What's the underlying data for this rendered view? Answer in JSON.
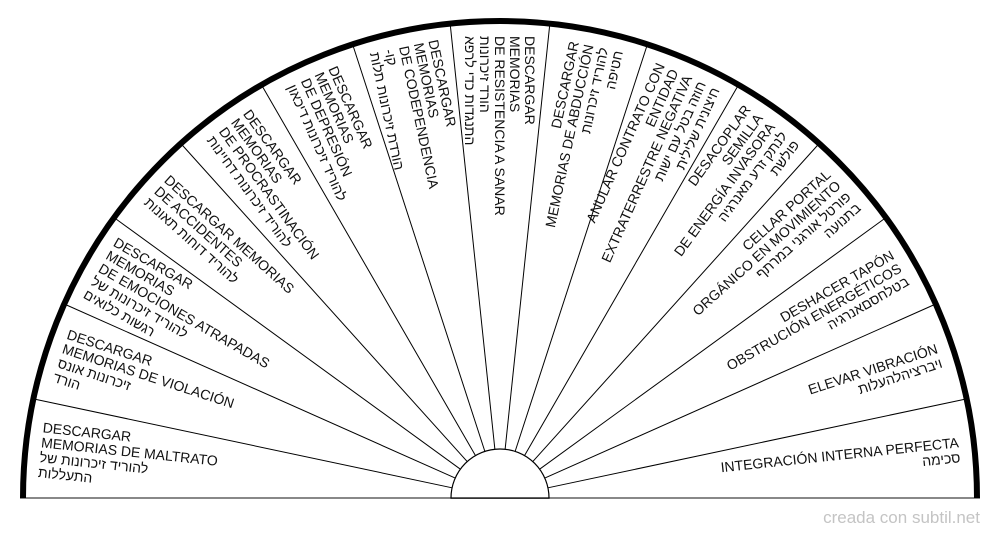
{
  "chart": {
    "sectors": [
      {
        "lines": [
          "DESCARGAR",
          "MEMORIAS DE MALTRATO",
          "להוריד זיכרונות של",
          "התעללות"
        ]
      },
      {
        "lines": [
          "DESCARGAR",
          "MEMORIAS DE VIOLACIÓN",
          "זיכרונות אונס",
          "הורד"
        ]
      },
      {
        "lines": [
          "DESCARGAR",
          "MEMORIAS",
          "DE EMOCIONES ATRAPADAS",
          "להוריד זיכרונות של",
          "רגשות כלואים"
        ]
      },
      {
        "lines": [
          "DESCARGAR MEMORIAS",
          "DE ACCIDENTES",
          "להוריד דוחות תאונות"
        ]
      },
      {
        "lines": [
          "DESCARGAR",
          "MEMORIAS",
          "DE PROCRASTINACIÓN",
          "להוריד זיכרונות דחיינות"
        ]
      },
      {
        "lines": [
          "DESCARGAR",
          "MEMORIAS",
          "DE DEPRESIÓN",
          "להוריד זיכרונות דיכאון"
        ]
      },
      {
        "lines": [
          "DESCARGAR",
          "MEMORIAS",
          "DE CODEPENDENCIA",
          "-קו",
          "הורדת זיכרונות תלות"
        ]
      },
      {
        "lines": [
          "DESCARGAR",
          "MEMORIAS",
          "DE RESISTENCIA  A SANAR",
          "הורד זיכרונות",
          "התנגדות כדי לרפא"
        ]
      },
      {
        "lines": [
          "DESCARGAR",
          "MEMORIAS DE ABDUCCIÓN",
          "להוריד זיכרונות",
          "חטיפה"
        ]
      },
      {
        "lines": [
          "ANULAR CONTRATO CON",
          "ENTIDAD",
          "EXTRATERRESTRE NEGATIVA",
          "חוזה בטל עם ישות",
          "חיצונית שלילית"
        ]
      },
      {
        "lines": [
          "DESACOPLAR",
          "SEMILLA",
          "DE ENERGÍA  INVASORA",
          "לנתק זרע מאנרגיה",
          "פולשת"
        ]
      },
      {
        "lines": [
          "CELLAR PORTAL",
          "ORGÁNICO EN MOVIMIENTO",
          "פורטל אורגני במרתף",
          "בתנועה"
        ]
      },
      {
        "lines": [
          "DESHACER TAPÓN",
          "OBSTRUCIÓN ENERGÉTICOS",
          "בטלחסםאנרגיה"
        ]
      },
      {
        "lines": [
          "ELEVAR VIBRACIÓN",
          "ויברציהלהעלות"
        ]
      },
      {
        "lines": [
          "INTEGRACIÓN INTERNA PERFECTA",
          "סכימה"
        ]
      }
    ]
  },
  "footer": {
    "credit": "creada con subtil.net"
  },
  "colors": {
    "ink": "#000000",
    "baseline": "#888888",
    "credit": "#c4c4c4"
  }
}
